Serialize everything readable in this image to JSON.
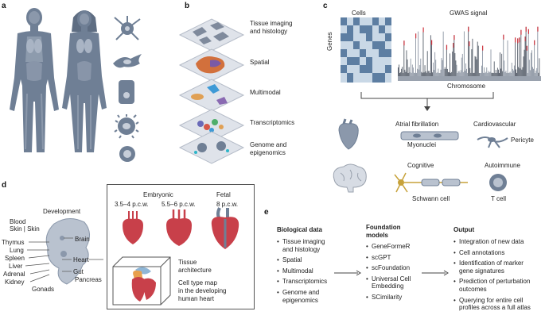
{
  "panel_labels": {
    "a": "a",
    "b": "b",
    "c": "c",
    "d": "d",
    "e": "e"
  },
  "panel_b": {
    "layers": [
      {
        "line1": "Tissue imaging",
        "line2": "and histology"
      },
      {
        "line1": "Spatial",
        "line2": ""
      },
      {
        "line1": "Multimodal",
        "line2": ""
      },
      {
        "line1": "Transcriptomics",
        "line2": ""
      },
      {
        "line1": "Genome and",
        "line2": "epigenomics"
      }
    ]
  },
  "panel_c": {
    "heatmap_title": "Cells",
    "heatmap_axis": "Genes",
    "gwas_title": "GWAS signal",
    "gwas_axis": "Chromosome",
    "traits": [
      {
        "label": "Atrial fibrillation",
        "cell": "Myonuclei"
      },
      {
        "label": "Cardiovascular",
        "cell": "Pericyte"
      },
      {
        "label": "Cognitive",
        "cell": "Schwann cell"
      },
      {
        "label": "Autoimmune",
        "cell": "T cell"
      }
    ]
  },
  "panel_d": {
    "title": "Development",
    "organs": {
      "blood": "Blood",
      "skin": "Skin | Skin",
      "thymus": "Thymus",
      "lung": "Lung",
      "spleen": "Spleen",
      "liver": "Liver",
      "adrenal": "Adrenal",
      "kidney": "Kidney",
      "gonads": "Gonads",
      "brain": "Brain",
      "heart": "Heart",
      "gut": "Gut",
      "pancreas": "Pancreas"
    },
    "embryonic": "Embryonic",
    "fetal": "Fetal",
    "stages": [
      "3.5–4 p.c.w.",
      "5.5–6 p.c.w.",
      "8 p.c.w."
    ],
    "tissue_architecture": [
      "Tissue",
      "architecture"
    ],
    "cell_type_map": [
      "Cell type map",
      "in the developing",
      "human heart"
    ]
  },
  "panel_e": {
    "col1_title": "Biological data",
    "col1_items": [
      "Tissue imaging",
      "and histology",
      "Spatial",
      "Multimodal",
      "Transcriptomics",
      "Genome and",
      "epigenomics"
    ],
    "col2_title_1": "Foundation",
    "col2_title_2": "models",
    "col2_items": [
      "GeneFormeR",
      "scGPT",
      "scFoundation",
      "Universal Cell",
      "Embedding",
      "SCimilarity"
    ],
    "col3_title": "Output",
    "col3_items": [
      "Integration of new data",
      "Cell annotations",
      "Identification of marker",
      "gene signatures",
      "Prediction of perturbation",
      "outcomes",
      "Querying for entire cell",
      "profiles across a full atlas"
    ]
  },
  "colors": {
    "body": "#6f7f95",
    "heart_red": "#c8404a",
    "layer": "#dfe3ea",
    "heatmap_dark": "#5d7ea2",
    "heatmap_light": "#c9d8e6"
  }
}
